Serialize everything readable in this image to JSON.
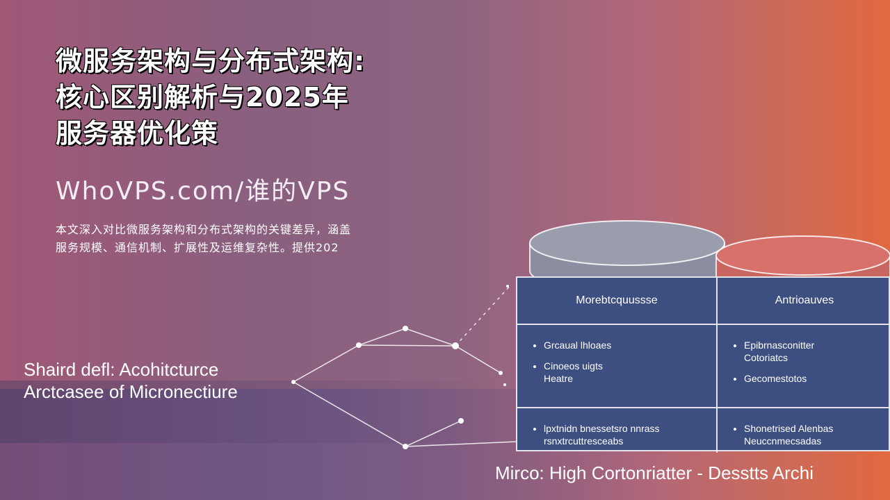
{
  "title_lines": [
    "微服务架构与分布式架构:",
    "核心区别解析与2025年",
    "服务器优化策"
  ],
  "site_name": "WhoVPS.com/谁的VPS",
  "description_lines": [
    "本文深入对比微服务架构和分布式架构的关键差异，涵盖",
    "服务规模、通信机制、扩展性及运维复杂性。提供202"
  ],
  "left_label_lines": [
    "Shaird defl: Acohitcturce",
    "Arctcasee of Micronectiure"
  ],
  "bottom_label": "Mirco:  High Cortonriatter  -   Desstts Archi",
  "table": {
    "headers": [
      "Morebtcquussse",
      "Antrioauves"
    ],
    "rows": [
      [
        [
          "Grcaual lhloaes",
          "Cinoeos uigts\nHeatre"
        ],
        [
          "Epibrnasconitter\nCotoriatcs",
          "Gecomestotos"
        ]
      ],
      [
        [
          "lpxtnidn bnessetsro nnrass\nrsnxtrcuttresceabs"
        ],
        [
          "Shonetrised Alenbas\nNeuccnmecsadas"
        ]
      ]
    ]
  },
  "colors": {
    "table_bg": "#3d4f80",
    "cylinder_gray": "#9295a4",
    "cylinder_red": "#d8706b"
  }
}
